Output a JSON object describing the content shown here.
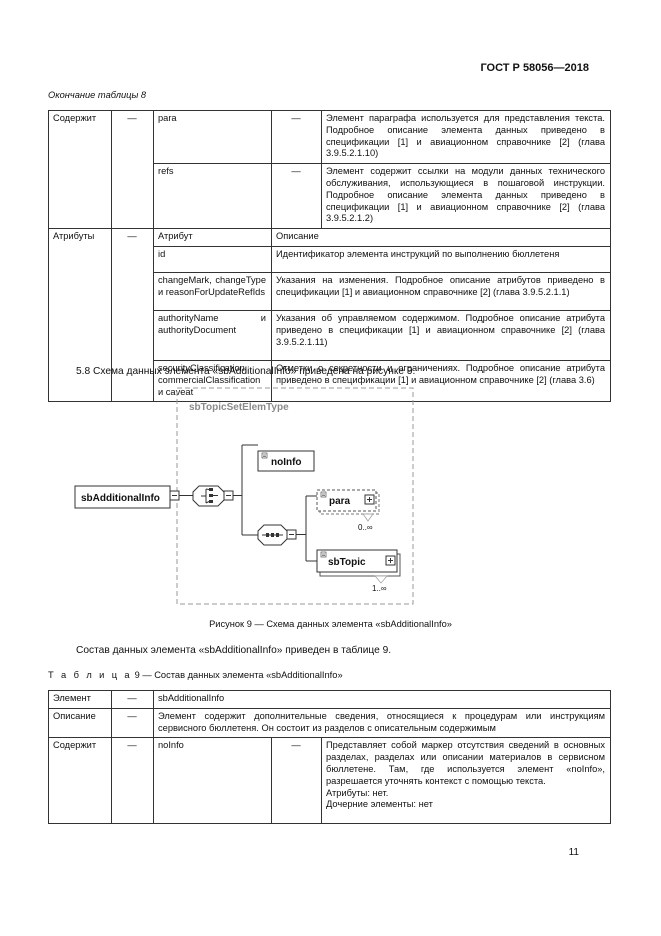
{
  "header": {
    "standard": "ГОСТ Р 58056—2018"
  },
  "table8": {
    "caption": "Окончание таблицы 8",
    "rows": [
      {
        "c1": "Содержит",
        "c2": "—",
        "c3": "para",
        "c4": "—",
        "c5": "Элемент параграфа используется для представления текста. Подробное описание элемента данных приведено в спецификации [1] и авиационном справочнике [2] (глава 3.9.5.2.1.10)"
      },
      {
        "c3": "refs",
        "c4": "—",
        "c5": "Элемент содержит ссылки на модули данных технического обслуживания, использующиеся в пошаговой инструкции. Подробное описание элемента данных приведено в спецификации [1] и авиационном справочнике [2] (глава 3.9.5.2.1.2)"
      },
      {
        "c1": "Атрибуты",
        "c2": "—",
        "c3": "Атрибут",
        "c5": "Описание"
      },
      {
        "c3": "id",
        "c5": "Идентификатор элемента инструкций по выполнению бюллетеня"
      },
      {
        "c3": "changeMark, changeType и reasonForUpdateRefIds",
        "c5": "Указания на изменения. Подробное описание атрибутов приведено в спецификации [1] и авиационном справочнике [2] (глава 3.9.5.2.1.1)"
      },
      {
        "c3": "authorityName и authorityDocument",
        "c5": "Указания об управляемом содержимом. Подробное описание атрибута приведено в спецификации [1] и авиационном справочнике [2] (глава 3.9.5.2.1.11)"
      },
      {
        "c3": "securityClassification, commercialClassification и caveat",
        "c5": "Отметки о секретности и ограничениях. Подробное описание атрибута приведено в спецификации [1] и авиационном справочнике [2] (глава 3.6)"
      }
    ]
  },
  "section_5_8": "5.8 Схема данных элемента «sbAdditionalInfo» приведена на рисунке 9.",
  "figure": {
    "group_label": "sbTopicSetElemType",
    "root_label": "sbAdditionalInfo",
    "noinfo_label": "noInfo",
    "para_label": "para",
    "para_card": "0..∞",
    "sbtopic_label": "sbTopic",
    "sbtopic_card": "1..∞",
    "caption": "Рисунок 9 — Схема данных элемента «sbAdditionalInfo»",
    "colors": {
      "border": "#333333",
      "group_dash": "#9a9a9a",
      "group_label": "#8a8a8a"
    }
  },
  "composition_text": "Состав данных элемента «sbAdditionalInfo» приведен в таблице 9.",
  "table9": {
    "title_prefix": "Т а б л и ц а",
    "title_rest": " 9 — Состав данных элемента «sbAdditionalInfo»",
    "rows": [
      {
        "c1": "Элемент",
        "c2": "—",
        "c3": "sbAdditionalInfo"
      },
      {
        "c1": "Описание",
        "c2": "—",
        "c3": "Элемент содержит дополнительные сведения, относящиеся к процедурам или инструкциям сервисного бюллетеня. Он состоит из разделов с описательным содержимым"
      },
      {
        "c1": "Содержит",
        "c2": "—",
        "c3": "noInfo",
        "c4": "—",
        "c5a": "Представляет собой маркер отсутствия сведений в основных разделах, разделах или описании материалов в сервисном бюллетене. Там, где используется элемент «noInfo», разрешается уточнять контекст с помощью текста.",
        "c5b": "Атрибуты: нет.",
        "c5c": "Дочерние элементы: нет"
      }
    ]
  },
  "page_number": "11"
}
